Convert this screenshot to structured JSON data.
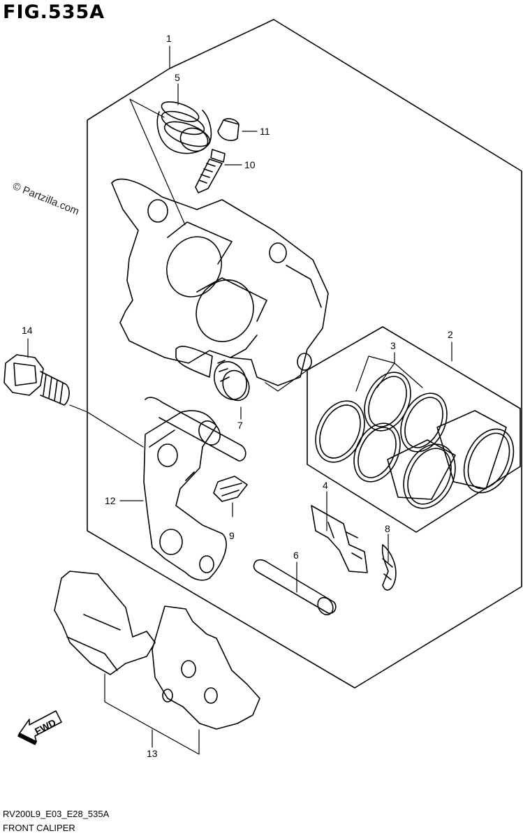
{
  "figure": {
    "title": "FIG.535A",
    "watermark": "© Partzilla.com",
    "code": "RV200L9_E03_E28_535A",
    "name": "FRONT CALIPER"
  },
  "callouts": [
    {
      "id": "1",
      "text": "1"
    },
    {
      "id": "2",
      "text": "2"
    },
    {
      "id": "3",
      "text": "3"
    },
    {
      "id": "4",
      "text": "4"
    },
    {
      "id": "5",
      "text": "5"
    },
    {
      "id": "6",
      "text": "6"
    },
    {
      "id": "7",
      "text": "7"
    },
    {
      "id": "8",
      "text": "8"
    },
    {
      "id": "9",
      "text": "9"
    },
    {
      "id": "10",
      "text": "10"
    },
    {
      "id": "11",
      "text": "11"
    },
    {
      "id": "12",
      "text": "12"
    },
    {
      "id": "13",
      "text": "13"
    },
    {
      "id": "14",
      "text": "14"
    }
  ],
  "direction_arrow": {
    "label": "FWD"
  }
}
